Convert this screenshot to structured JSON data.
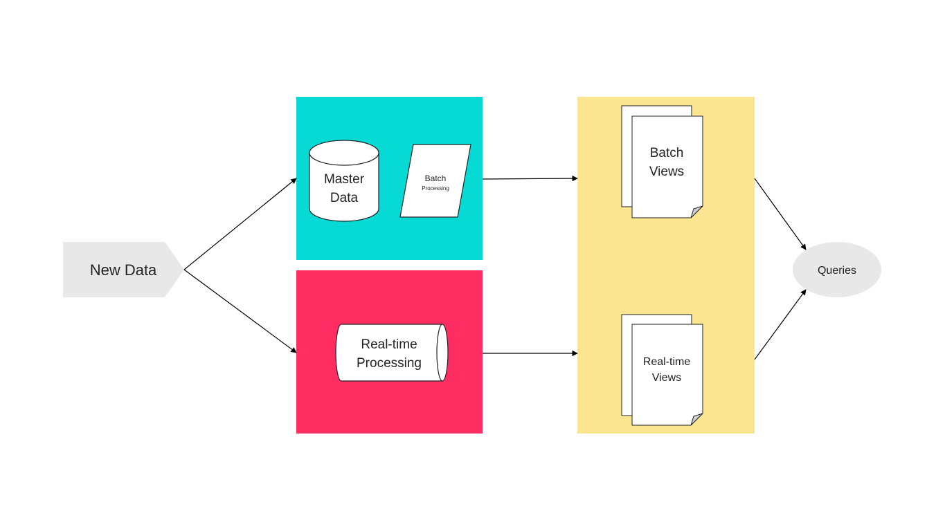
{
  "diagram": {
    "new_data": {
      "label": "New Data"
    },
    "batch_layer": {
      "master_data_line1": "Master",
      "master_data_line2": "Data",
      "batch_processing_line1": "Batch",
      "batch_processing_line2": "Processing"
    },
    "speed_layer": {
      "realtime_processing_line1": "Real-time",
      "realtime_processing_line2": "Processing"
    },
    "serving_layer": {
      "batch_views_line1": "Batch",
      "batch_views_line2": "Views",
      "realtime_views_line1": "Real-time",
      "realtime_views_line2": "Views"
    },
    "queries": {
      "label": "Queries"
    }
  },
  "colors": {
    "batch_layer_fill": "#07d9d4",
    "speed_layer_fill": "#ff2d62",
    "serving_layer_fill": "#fbe591",
    "node_gray_fill": "#e8e8e8",
    "edge_stroke": "#000000"
  }
}
